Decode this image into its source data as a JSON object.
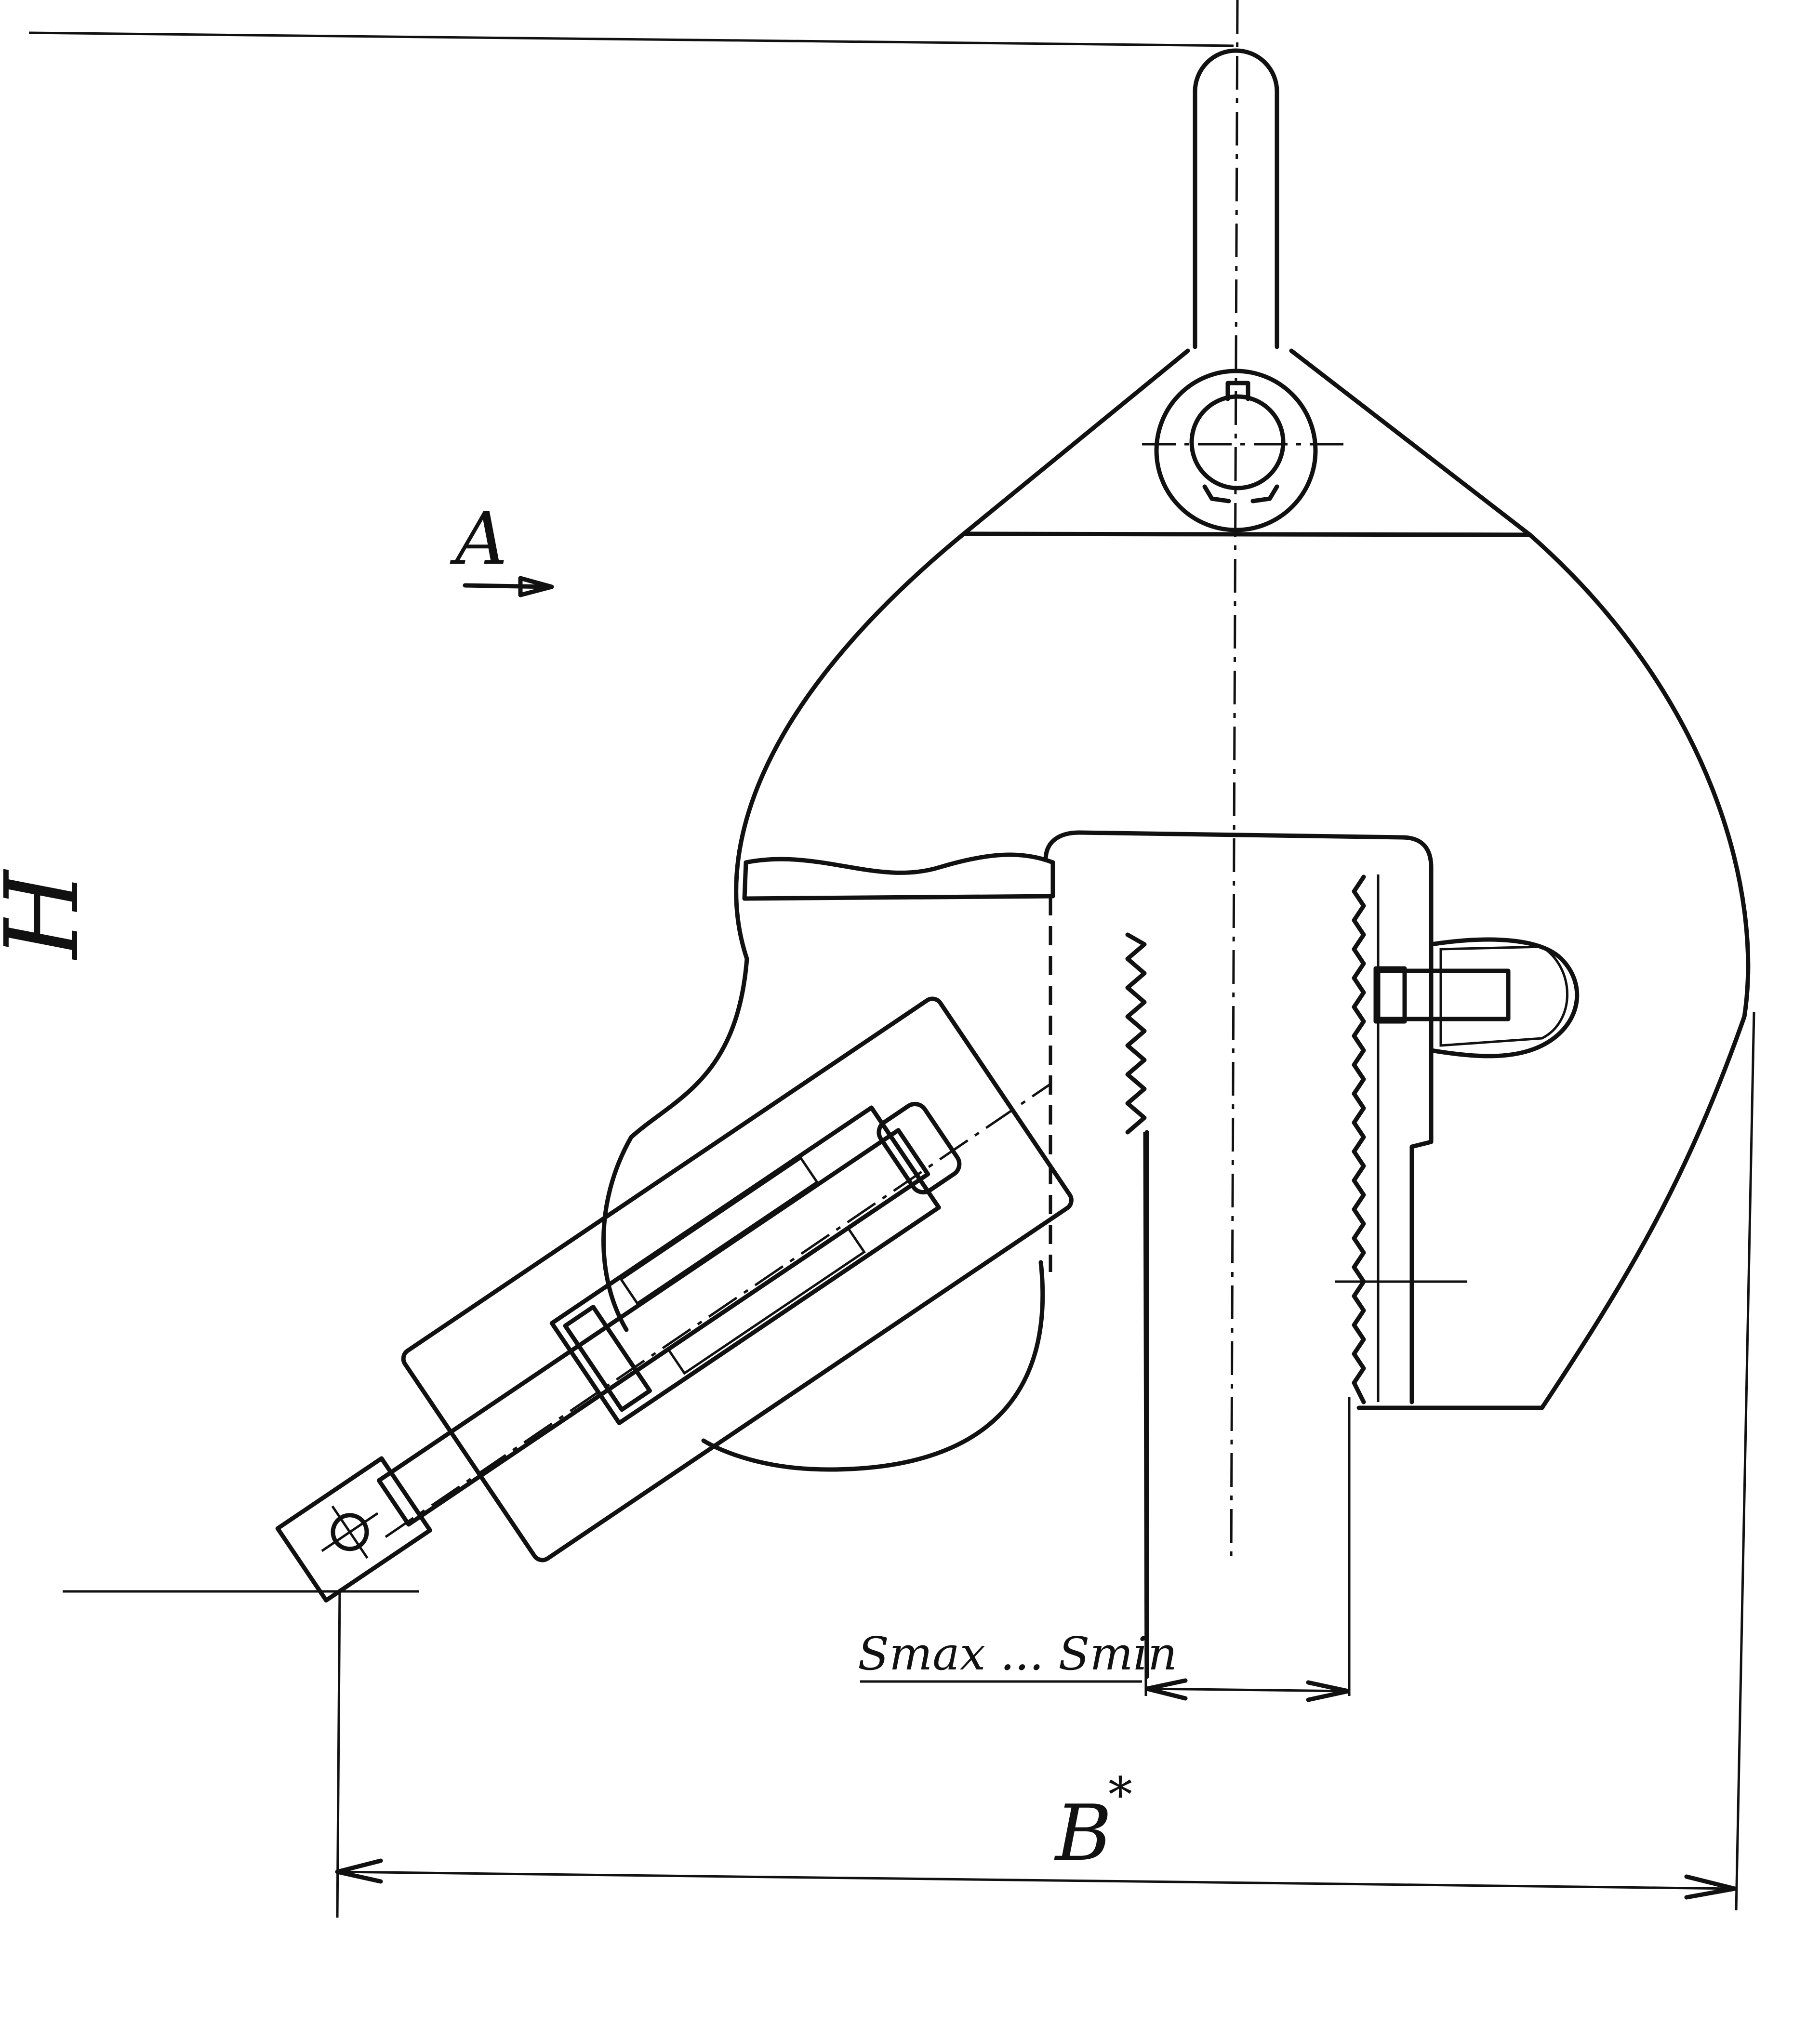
{
  "labels": {
    "view_a": "A",
    "height": "H",
    "opening": "Smax ... Smin",
    "width": "B",
    "width_mark": "*"
  }
}
